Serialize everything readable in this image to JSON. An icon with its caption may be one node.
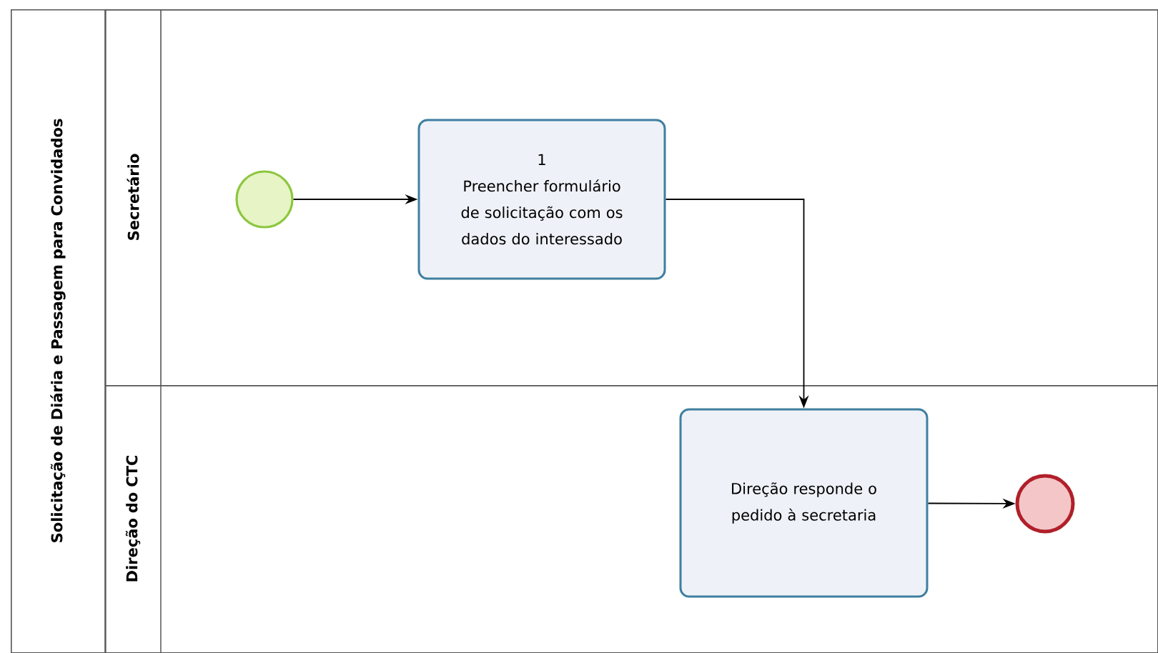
{
  "diagram": {
    "nodes": [
      {
        "text": [
          "Solicitação de Diária e Passagem para Convidados"
        ]
      },
      {
        "text": [
          "Secretário"
        ],
        "in": 0
      },
      {
        "text": [
          "Direção do CTC"
        ],
        "in": 0
      },
      {
        "text": [],
        "shape": "circle",
        "in": 1
      },
      {
        "text": [
          "1",
          "Preencher formulário de solicitação com os dados do interessado"
        ],
        "in": 1
      },
      {
        "text": [
          "Direção responde o pedido à secretaria"
        ],
        "in": 2
      },
      {
        "text": [],
        "shape": "circle",
        "in": 2
      }
    ],
    "edges": [
      {
        "from": 3,
        "to": 4,
        "arrow": "to"
      },
      {
        "from": 4,
        "to": 5,
        "arrow": "to"
      },
      {
        "from": 5,
        "to": 6,
        "arrow": "to"
      }
    ]
  }
}
